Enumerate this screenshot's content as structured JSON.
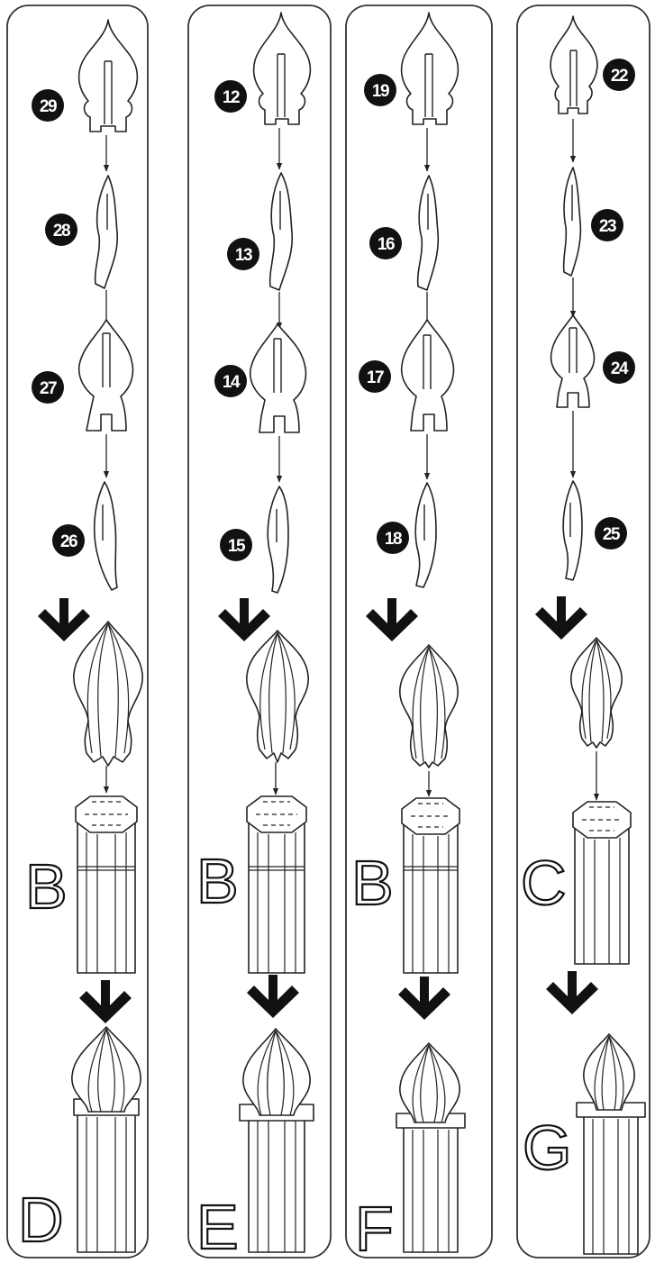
{
  "columns": [
    {
      "parts": [
        "29",
        "28",
        "27",
        "26"
      ],
      "base_label": "B",
      "result_label": "D"
    },
    {
      "parts": [
        "12",
        "13",
        "14",
        "15"
      ],
      "base_label": "B",
      "result_label": "E"
    },
    {
      "parts": [
        "19",
        "16",
        "17",
        "18"
      ],
      "base_label": "B",
      "result_label": "F"
    },
    {
      "parts": [
        "22",
        "23",
        "24",
        "25"
      ],
      "base_label": "C",
      "result_label": "G"
    }
  ]
}
